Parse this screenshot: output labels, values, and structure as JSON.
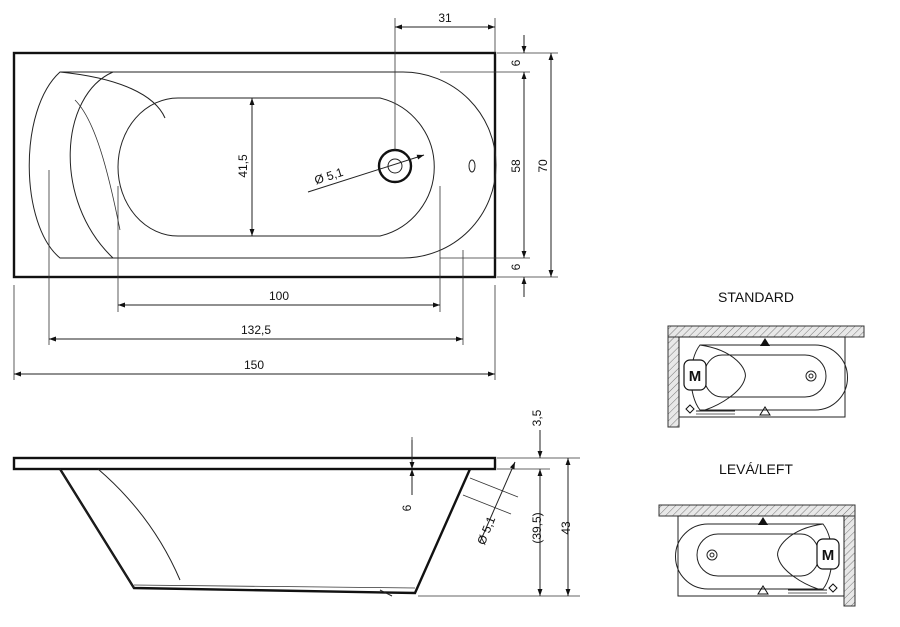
{
  "top_view": {
    "dim_drain_offset": "31",
    "dim_rim_top": "6",
    "dim_inner_width": "58",
    "dim_total_width": "70",
    "dim_rim_bottom": "6",
    "dim_basin_width": "41,5",
    "dim_drain_diameter": "Ø 5,1",
    "dim_basin_length": "100",
    "dim_inner_length": "132,5",
    "dim_total_length": "150"
  },
  "side_view": {
    "dim_rim_height": "3,5",
    "dim_depth_6": "6",
    "dim_drain_diameter": "Ø 5,1",
    "dim_inner_depth": "(39,5)",
    "dim_total_height": "43"
  },
  "variants": {
    "standard_label": "STANDARD",
    "left_label": "LEVÁ/LEFT",
    "motor_label": "M"
  }
}
